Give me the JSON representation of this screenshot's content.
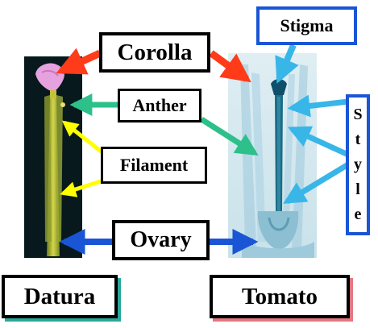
{
  "labels": {
    "corolla": "Corolla",
    "anther": "Anther",
    "filament": "Filament",
    "ovary": "Ovary",
    "stigma": "Stigma",
    "datura": "Datura",
    "tomato": "Tomato"
  },
  "style_letters": [
    "S",
    "t",
    "y",
    "l",
    "e"
  ],
  "colors": {
    "corolla_arrow": "#ff3b1a",
    "anther_arrow": "#2dc08a",
    "filament_arrow": "#ffff00",
    "ovary_arrow": "#1a55d6",
    "style_arrow": "#38b6e8",
    "stigma_arrow": "#38b6e8"
  }
}
